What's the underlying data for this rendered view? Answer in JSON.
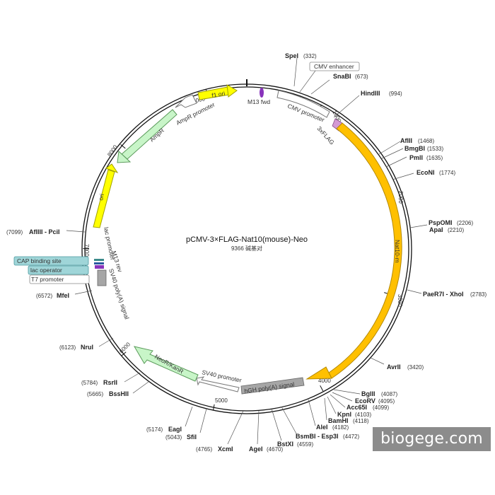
{
  "plasmid": {
    "name": "pCMV-3×FLAG-Nat10(mouse)-Neo",
    "length_label": "9366 碱基对",
    "total_bp": 9366
  },
  "colors": {
    "yellow": "#ffff00",
    "orange": "#ffc000",
    "light_green": "#c8f5c8",
    "gray": "#a6a6a6",
    "purple": "#8833bb",
    "pink": "#d49ad4",
    "teal": "#9fd5d8"
  },
  "ticks": [
    {
      "pos": 1000,
      "label": "1000"
    },
    {
      "pos": 2000,
      "label": "2000"
    },
    {
      "pos": 3000,
      "label": "3000"
    },
    {
      "pos": 4000,
      "label": "4000"
    },
    {
      "pos": 5000,
      "label": "5000"
    },
    {
      "pos": 6000,
      "label": "6000"
    },
    {
      "pos": 7000,
      "label": "7000"
    },
    {
      "pos": 8000,
      "label": "8000"
    },
    {
      "pos": 9000,
      "label": "9000"
    }
  ],
  "sites": [
    {
      "id": "SpeI",
      "name": "SpeI",
      "pos": "(332)"
    },
    {
      "id": "SnaBI",
      "name": "SnaBI",
      "pos": "(673)"
    },
    {
      "id": "HindIII",
      "name": "HindIII",
      "pos": "(994)"
    },
    {
      "id": "AflII",
      "name": "AflII",
      "pos": "(1468)"
    },
    {
      "id": "BmgBI",
      "name": "BmgBI",
      "pos": "(1533)"
    },
    {
      "id": "PmlI",
      "name": "PmlI",
      "pos": "(1635)"
    },
    {
      "id": "EcoNI",
      "name": "EcoNI",
      "pos": "(1774)"
    },
    {
      "id": "PspOMI",
      "name": "PspOMI",
      "pos": "(2206)"
    },
    {
      "id": "ApaI",
      "name": "ApaI",
      "pos": "(2210)"
    },
    {
      "id": "PaeR7I",
      "name": "PaeR7I - XhoI",
      "pos": "(2783)"
    },
    {
      "id": "AvrII",
      "name": "AvrII",
      "pos": "(3420)"
    },
    {
      "id": "BglII",
      "name": "BglII",
      "pos": "(4087)"
    },
    {
      "id": "EcoRV",
      "name": "EcoRV",
      "pos": "(4095)"
    },
    {
      "id": "Acc65I",
      "name": "Acc65I",
      "pos": "(4099)"
    },
    {
      "id": "KpnI",
      "name": "KpnI",
      "pos": "(4103)"
    },
    {
      "id": "BamHI",
      "name": "BamHI",
      "pos": "(4118)"
    },
    {
      "id": "AleI",
      "name": "AleI",
      "pos": "(4182)"
    },
    {
      "id": "BsmBI",
      "name": "BsmBI - Esp3I",
      "pos": "(4472)"
    },
    {
      "id": "BstXI",
      "name": "BstXI",
      "pos": "(4559)"
    },
    {
      "id": "AgeI",
      "name": "AgeI",
      "pos": "(4670)"
    },
    {
      "id": "XcmI",
      "name": "XcmI",
      "pos": "(4765)"
    },
    {
      "id": "SfiI",
      "name": "SfiI",
      "pos": "(5043)"
    },
    {
      "id": "EagI",
      "name": "EagI",
      "pos": "(5174)"
    },
    {
      "id": "BssHII",
      "name": "BssHII",
      "pos": "(5665)"
    },
    {
      "id": "RsrII",
      "name": "RsrII",
      "pos": "(5784)"
    },
    {
      "id": "NruI",
      "name": "NruI",
      "pos": "(6123)"
    },
    {
      "id": "MfeI",
      "name": "MfeI",
      "pos": "(6572)"
    },
    {
      "id": "AflIII",
      "name": "AflIII - PciI",
      "pos": "(7099)"
    }
  ],
  "features": {
    "cmv_enhancer": "CMV enhancer",
    "cmv_promoter": "CMV promoter",
    "flag": "3xFLAG",
    "nat10": "Nat10-m",
    "hgh_polya": "hGH poly(A) signal",
    "sv40_promoter": "SV40 promoter",
    "neo": "NeoR/KanR",
    "sv40_polya": "SV40 poly(A) signal",
    "m13_rev": "M13 rev",
    "lac_promoter": "lac promoter",
    "ori": "ori",
    "ampr": "AmpR",
    "ampr_promoter": "AmpR promoter",
    "f1_ori": "f1 ori",
    "m13_fwd": "M13 fwd"
  },
  "boxed_labels": {
    "cap": "CAP binding site",
    "lac_operator": "lac operator",
    "t7": "T7 promoter"
  },
  "watermark": "biogege.com"
}
